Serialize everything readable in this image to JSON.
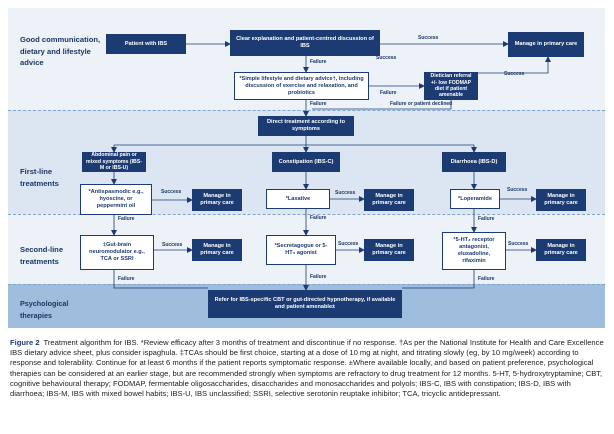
{
  "rows": {
    "top": "Good communication, dietary and lifestyle advice",
    "first": "First-line treatments",
    "second": "Second-line treatments",
    "psych": "Psychological therapies"
  },
  "boxes": {
    "patient_ibs": "Patient with IBS",
    "explanation": "Clear explanation and patient-centred discussion of IBS",
    "manage_top": "Manage in primary care",
    "lifestyle": "*Simple lifestyle and dietary advice†, including discussion of exercise and relaxation, and probiotics",
    "dietician": "Dietician referral +/- low FODMAP diet if patient amenable",
    "direct": "Direct treatment according to symptoms",
    "abdominal": "Abdominal pain or mixed symptoms (IBS-M or IBS-U)",
    "constipation": "Constipation (IBS-C)",
    "diarrhoea": "Diarrhoea (IBS-D)",
    "antispasmodic": "*Antispasmodic e.g., hyoscine, or peppermint oil",
    "laxative": "*Laxative",
    "loperamide": "*Loperamide",
    "manage_f1": "Manage in primary care",
    "manage_f2": "Manage in primary care",
    "manage_f3": "Manage in primary care",
    "gut_brain": "‡Gut-brain neuromodulator e.g., TCA or SSRI",
    "secretagogue": "*Secretagogue or 5-HT₄ agonist",
    "ht3": "*5-HT₃ receptor antagonist, eluxadoline, rifaximin",
    "manage_s1": "Manage in primary care",
    "manage_s2": "Manage in primary care",
    "manage_s3": "Manage in primary care",
    "refer": "Refer for IBS-specific CBT or gut-directed hypnotherapy, if available and patient amenable±"
  },
  "labels": {
    "success": "Success",
    "failure": "Failure",
    "failure_declined": "Failure or patient declined"
  },
  "caption": {
    "figure_label": "Figure 2",
    "text": "Treatment algorithm for IBS. *Review efficacy after 3 months of treatment and discontinue if no response. †As per the National Institute for Health and Care Excellence IBS dietary advice sheet, plus consider ispaghula. ‡TCAs should be first choice, starting at a dose of 10 mg at night, and titrating slowly (eg, by 10 mg/week) according to response and tolerability. Continue for at least 6 months if the patient reports symptomatic response. ±Where available locally, and based on patient preference, psychological therapies can be considered at an earlier stage, but are recommended strongly when symptoms are refractory to drug treatment for 12 months. 5-HT, 5-hydroxytryptamine; CBT, cognitive behavioural therapy; FODMAP, fermentable oligosaccharides, disaccharides and monosaccharides and polyols; IBS-C, IBS with constipation; IBS-D, IBS with diarrhoea; IBS-M, IBS with mixed bowel habits; IBS-U, IBS unclassified; SSRI, selective serotonin reuptake inhibitor; TCA, tricyclic antidepressant."
  },
  "colors": {
    "box_dark": "#1c3b72",
    "band_light": "#edf2f8",
    "band_mid": "#dbe6f2",
    "band_bottom": "#9fbddd"
  }
}
